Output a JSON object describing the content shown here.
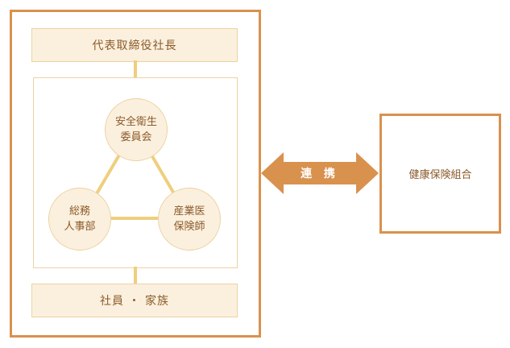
{
  "org": {
    "top_label": "代表取締役社長",
    "bottom_label": "社員 ・ 家族",
    "committee": {
      "top": [
        "安全衛生",
        "委員会"
      ],
      "left": [
        "総務",
        "人事部"
      ],
      "right": [
        "産業医",
        "保険師"
      ]
    }
  },
  "link": {
    "label": "連 携"
  },
  "partner": {
    "label": "健康保険組合"
  },
  "colors": {
    "frame": "#d9914e",
    "fill": "#fbf0dd",
    "line": "#efce7e",
    "text": "#8a5a2b"
  }
}
